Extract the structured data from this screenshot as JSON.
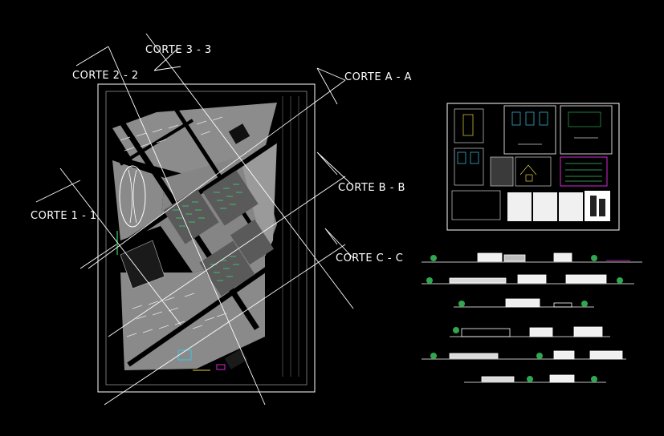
{
  "section_labels": {
    "corte_2_2": "CORTE 2 - 2",
    "corte_3_3": "CORTE 3 - 3",
    "corte_a_a": "CORTE A - A",
    "corte_b_b": "CORTE B - B",
    "corte_1_1": "CORTE 1 - 1",
    "corte_c_c": "CORTE C - C"
  },
  "colors": {
    "background": "#000000",
    "frame": "#ffffff",
    "block": "#8c8c8c",
    "road": "#000000",
    "vegetation": "#2fa84f",
    "accent_magenta": "#d62ad6",
    "accent_cyan": "#38c6e6",
    "accent_yellow": "#e6d23a"
  },
  "sheet_thumbnails": 11,
  "elevation_strips": 6
}
